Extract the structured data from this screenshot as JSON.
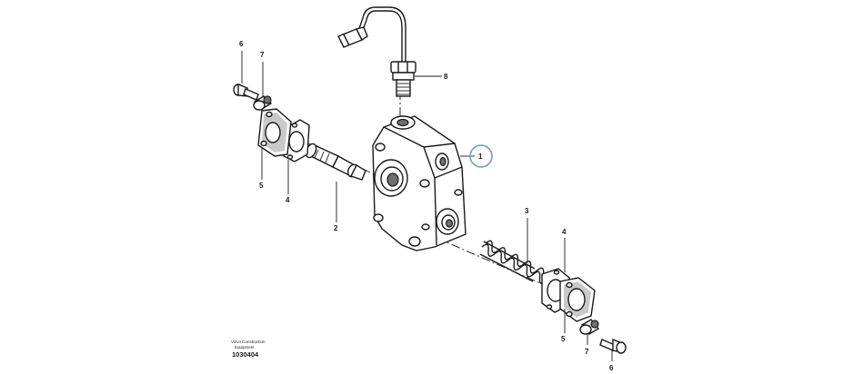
{
  "callouts": {
    "c1": "1",
    "c2": "2",
    "c3": "3",
    "c4_top": "4",
    "c4_bottom": "4",
    "c5_top": "5",
    "c5_bottom": "5",
    "c6_top": "6",
    "c6_bottom": "6",
    "c7_top": "7",
    "c7_bottom": "7",
    "c8": "8"
  },
  "stamp": {
    "company": "Volvo Construction",
    "division": "Equipment",
    "image_id": "1030404"
  },
  "colors": {
    "line": "#1a1a1a",
    "highlight_ring": "#6a9ec4",
    "background": "#ffffff"
  }
}
